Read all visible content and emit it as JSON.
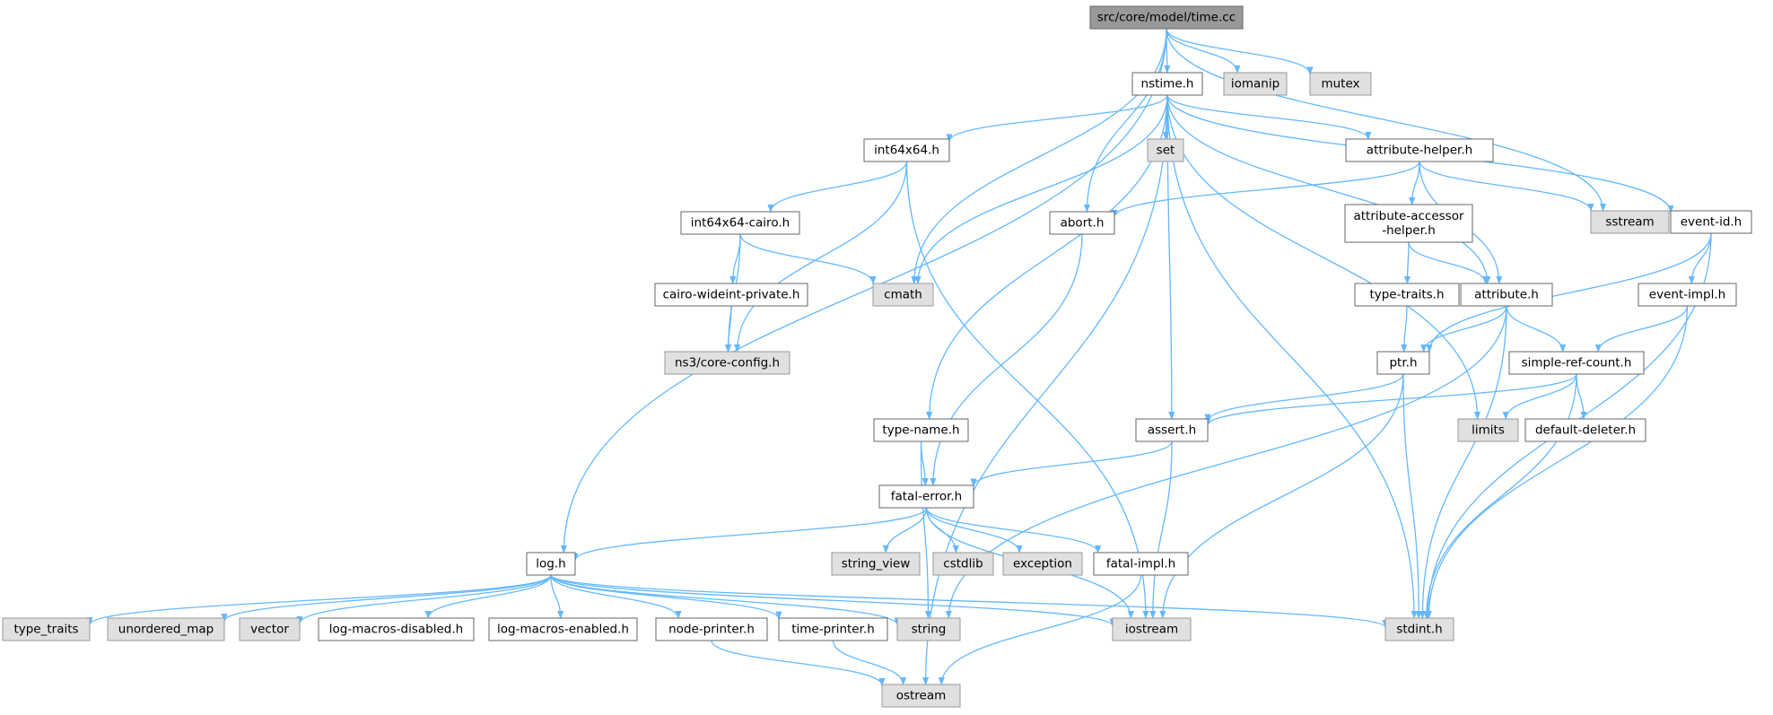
{
  "colors": {
    "node_fill": "#ffffff",
    "node_stroke": "#666666",
    "system_fill": "#e0e0e0",
    "system_stroke": "#999999",
    "root_fill": "#999999",
    "root_stroke": "#666666",
    "edge": "#63b8ff"
  },
  "nodes": [
    {
      "id": "time_cc",
      "lines": [
        "src/core/model/time.cc"
      ],
      "kind": "root"
    },
    {
      "id": "nstime_h",
      "lines": [
        "nstime.h"
      ],
      "kind": "header"
    },
    {
      "id": "iomanip",
      "lines": [
        "iomanip"
      ],
      "kind": "system"
    },
    {
      "id": "mutex",
      "lines": [
        "mutex"
      ],
      "kind": "system"
    },
    {
      "id": "int64x64_h",
      "lines": [
        "int64x64.h"
      ],
      "kind": "header"
    },
    {
      "id": "set",
      "lines": [
        "set"
      ],
      "kind": "system"
    },
    {
      "id": "attribute_helper_h",
      "lines": [
        "attribute-helper.h"
      ],
      "kind": "header"
    },
    {
      "id": "sstream",
      "lines": [
        "sstream"
      ],
      "kind": "system"
    },
    {
      "id": "event_id_h",
      "lines": [
        "event-id.h"
      ],
      "kind": "header"
    },
    {
      "id": "int64x64_cairo_h",
      "lines": [
        "int64x64-cairo.h"
      ],
      "kind": "header"
    },
    {
      "id": "abort_h",
      "lines": [
        "abort.h"
      ],
      "kind": "header"
    },
    {
      "id": "attribute_accessor_helper_h",
      "lines": [
        "attribute-accessor",
        "-helper.h"
      ],
      "kind": "header"
    },
    {
      "id": "cairo_wideint_private_h",
      "lines": [
        "cairo-wideint-private.h"
      ],
      "kind": "header"
    },
    {
      "id": "cmath",
      "lines": [
        "cmath"
      ],
      "kind": "system"
    },
    {
      "id": "type_traits_h",
      "lines": [
        "type-traits.h"
      ],
      "kind": "header"
    },
    {
      "id": "attribute_h",
      "lines": [
        "attribute.h"
      ],
      "kind": "header"
    },
    {
      "id": "event_impl_h",
      "lines": [
        "event-impl.h"
      ],
      "kind": "header"
    },
    {
      "id": "core_config_h",
      "lines": [
        "ns3/core-config.h"
      ],
      "kind": "system"
    },
    {
      "id": "ptr_h",
      "lines": [
        "ptr.h"
      ],
      "kind": "header"
    },
    {
      "id": "simple_ref_count_h",
      "lines": [
        "simple-ref-count.h"
      ],
      "kind": "header"
    },
    {
      "id": "type_name_h",
      "lines": [
        "type-name.h"
      ],
      "kind": "header"
    },
    {
      "id": "assert_h",
      "lines": [
        "assert.h"
      ],
      "kind": "header"
    },
    {
      "id": "limits",
      "lines": [
        "limits"
      ],
      "kind": "system"
    },
    {
      "id": "default_deleter_h",
      "lines": [
        "default-deleter.h"
      ],
      "kind": "header"
    },
    {
      "id": "fatal_error_h",
      "lines": [
        "fatal-error.h"
      ],
      "kind": "header"
    },
    {
      "id": "log_h",
      "lines": [
        "log.h"
      ],
      "kind": "header"
    },
    {
      "id": "string_view",
      "lines": [
        "string_view"
      ],
      "kind": "system"
    },
    {
      "id": "cstdlib",
      "lines": [
        "cstdlib"
      ],
      "kind": "system"
    },
    {
      "id": "exception",
      "lines": [
        "exception"
      ],
      "kind": "system"
    },
    {
      "id": "fatal_impl_h",
      "lines": [
        "fatal-impl.h"
      ],
      "kind": "header"
    },
    {
      "id": "type_traits",
      "lines": [
        "type_traits"
      ],
      "kind": "system"
    },
    {
      "id": "unordered_map",
      "lines": [
        "unordered_map"
      ],
      "kind": "system"
    },
    {
      "id": "vector",
      "lines": [
        "vector"
      ],
      "kind": "system"
    },
    {
      "id": "log_macros_disabled_h",
      "lines": [
        "log-macros-disabled.h"
      ],
      "kind": "header"
    },
    {
      "id": "log_macros_enabled_h",
      "lines": [
        "log-macros-enabled.h"
      ],
      "kind": "header"
    },
    {
      "id": "node_printer_h",
      "lines": [
        "node-printer.h"
      ],
      "kind": "header"
    },
    {
      "id": "time_printer_h",
      "lines": [
        "time-printer.h"
      ],
      "kind": "header"
    },
    {
      "id": "string",
      "lines": [
        "string"
      ],
      "kind": "system"
    },
    {
      "id": "iostream",
      "lines": [
        "iostream"
      ],
      "kind": "system"
    },
    {
      "id": "stdint_h",
      "lines": [
        "stdint.h"
      ],
      "kind": "system"
    },
    {
      "id": "ostream",
      "lines": [
        "ostream"
      ],
      "kind": "system"
    }
  ],
  "edges": [
    {
      "from": "time_cc",
      "to": "nstime_h"
    },
    {
      "from": "time_cc",
      "to": "iomanip"
    },
    {
      "from": "time_cc",
      "to": "mutex"
    },
    {
      "from": "time_cc",
      "to": "sstream"
    },
    {
      "from": "time_cc",
      "to": "abort_h"
    },
    {
      "from": "time_cc",
      "to": "cmath"
    },
    {
      "from": "time_cc",
      "to": "log_h"
    },
    {
      "from": "nstime_h",
      "to": "int64x64_h"
    },
    {
      "from": "nstime_h",
      "to": "set"
    },
    {
      "from": "nstime_h",
      "to": "attribute_helper_h"
    },
    {
      "from": "nstime_h",
      "to": "event_id_h"
    },
    {
      "from": "nstime_h",
      "to": "attribute_h"
    },
    {
      "from": "nstime_h",
      "to": "cmath"
    },
    {
      "from": "nstime_h",
      "to": "type_name_h"
    },
    {
      "from": "nstime_h",
      "to": "assert_h"
    },
    {
      "from": "nstime_h",
      "to": "limits"
    },
    {
      "from": "nstime_h",
      "to": "stdint_h"
    },
    {
      "from": "nstime_h",
      "to": "ostream"
    },
    {
      "from": "int64x64_h",
      "to": "int64x64_cairo_h"
    },
    {
      "from": "int64x64_h",
      "to": "core_config_h"
    },
    {
      "from": "int64x64_h",
      "to": "iostream"
    },
    {
      "from": "int64x64_cairo_h",
      "to": "cairo_wideint_private_h"
    },
    {
      "from": "int64x64_cairo_h",
      "to": "cmath"
    },
    {
      "from": "int64x64_cairo_h",
      "to": "core_config_h"
    },
    {
      "from": "cairo_wideint_private_h",
      "to": "core_config_h"
    },
    {
      "from": "attribute_helper_h",
      "to": "abort_h"
    },
    {
      "from": "attribute_helper_h",
      "to": "attribute_accessor_helper_h"
    },
    {
      "from": "attribute_helper_h",
      "to": "attribute_h"
    },
    {
      "from": "attribute_helper_h",
      "to": "sstream"
    },
    {
      "from": "attribute_accessor_helper_h",
      "to": "type_traits_h"
    },
    {
      "from": "attribute_accessor_helper_h",
      "to": "attribute_h"
    },
    {
      "from": "type_traits_h",
      "to": "ptr_h"
    },
    {
      "from": "attribute_h",
      "to": "ptr_h"
    },
    {
      "from": "attribute_h",
      "to": "simple_ref_count_h"
    },
    {
      "from": "attribute_h",
      "to": "stdint_h"
    },
    {
      "from": "attribute_h",
      "to": "string"
    },
    {
      "from": "event_id_h",
      "to": "event_impl_h"
    },
    {
      "from": "event_id_h",
      "to": "ptr_h"
    },
    {
      "from": "event_id_h",
      "to": "stdint_h"
    },
    {
      "from": "event_impl_h",
      "to": "simple_ref_count_h"
    },
    {
      "from": "event_impl_h",
      "to": "stdint_h"
    },
    {
      "from": "ptr_h",
      "to": "assert_h"
    },
    {
      "from": "ptr_h",
      "to": "iostream"
    },
    {
      "from": "ptr_h",
      "to": "stdint_h"
    },
    {
      "from": "simple_ref_count_h",
      "to": "assert_h"
    },
    {
      "from": "simple_ref_count_h",
      "to": "limits"
    },
    {
      "from": "simple_ref_count_h",
      "to": "default_deleter_h"
    },
    {
      "from": "simple_ref_count_h",
      "to": "stdint_h"
    },
    {
      "from": "abort_h",
      "to": "fatal_error_h"
    },
    {
      "from": "type_name_h",
      "to": "fatal_error_h"
    },
    {
      "from": "type_name_h",
      "to": "string"
    },
    {
      "from": "assert_h",
      "to": "fatal_error_h"
    },
    {
      "from": "assert_h",
      "to": "iostream"
    },
    {
      "from": "fatal_error_h",
      "to": "log_h"
    },
    {
      "from": "fatal_error_h",
      "to": "string_view"
    },
    {
      "from": "fatal_error_h",
      "to": "cstdlib"
    },
    {
      "from": "fatal_error_h",
      "to": "exception"
    },
    {
      "from": "fatal_error_h",
      "to": "fatal_impl_h"
    },
    {
      "from": "fatal_error_h",
      "to": "iostream"
    },
    {
      "from": "fatal_impl_h",
      "to": "ostream"
    },
    {
      "from": "log_h",
      "to": "type_traits"
    },
    {
      "from": "log_h",
      "to": "unordered_map"
    },
    {
      "from": "log_h",
      "to": "vector"
    },
    {
      "from": "log_h",
      "to": "log_macros_disabled_h"
    },
    {
      "from": "log_h",
      "to": "log_macros_enabled_h"
    },
    {
      "from": "log_h",
      "to": "node_printer_h"
    },
    {
      "from": "log_h",
      "to": "time_printer_h"
    },
    {
      "from": "log_h",
      "to": "string"
    },
    {
      "from": "log_h",
      "to": "iostream"
    },
    {
      "from": "log_h",
      "to": "stdint_h"
    },
    {
      "from": "node_printer_h",
      "to": "ostream"
    },
    {
      "from": "time_printer_h",
      "to": "ostream"
    }
  ]
}
